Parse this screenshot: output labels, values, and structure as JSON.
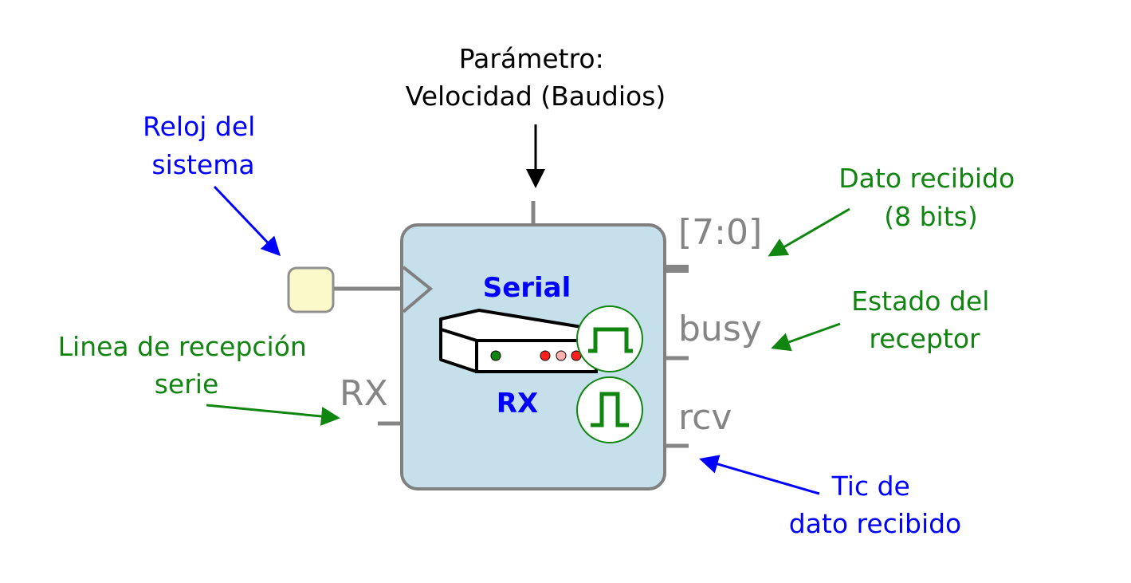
{
  "block": {
    "title": "Serial",
    "subtitle": "RX",
    "icons": [
      "modem-device-icon",
      "pulse-level-icon",
      "pulse-tick-icon"
    ]
  },
  "ports": {
    "data_out": "[7:0]",
    "busy": "busy",
    "rcv": "rcv",
    "rx_in": "RX"
  },
  "annotations": {
    "parameter": [
      "Parámetro:",
      "Velocidad (Baudios)"
    ],
    "clock": [
      "Reloj del",
      "sistema"
    ],
    "rx_line": [
      "Linea de recepción",
      "serie"
    ],
    "data_received": [
      "Dato recibido",
      "(8 bits)"
    ],
    "receiver_state": [
      "Estado del",
      "receptor"
    ],
    "data_tick": [
      "Tic de",
      "dato recibido"
    ]
  },
  "colors": {
    "block_fill": "#c5e0ea",
    "block_stroke": "#808080",
    "clock_fill": "#fbf8c9",
    "blue": "#0000ff",
    "green": "#108510",
    "black": "#000000",
    "grey": "#858585"
  }
}
